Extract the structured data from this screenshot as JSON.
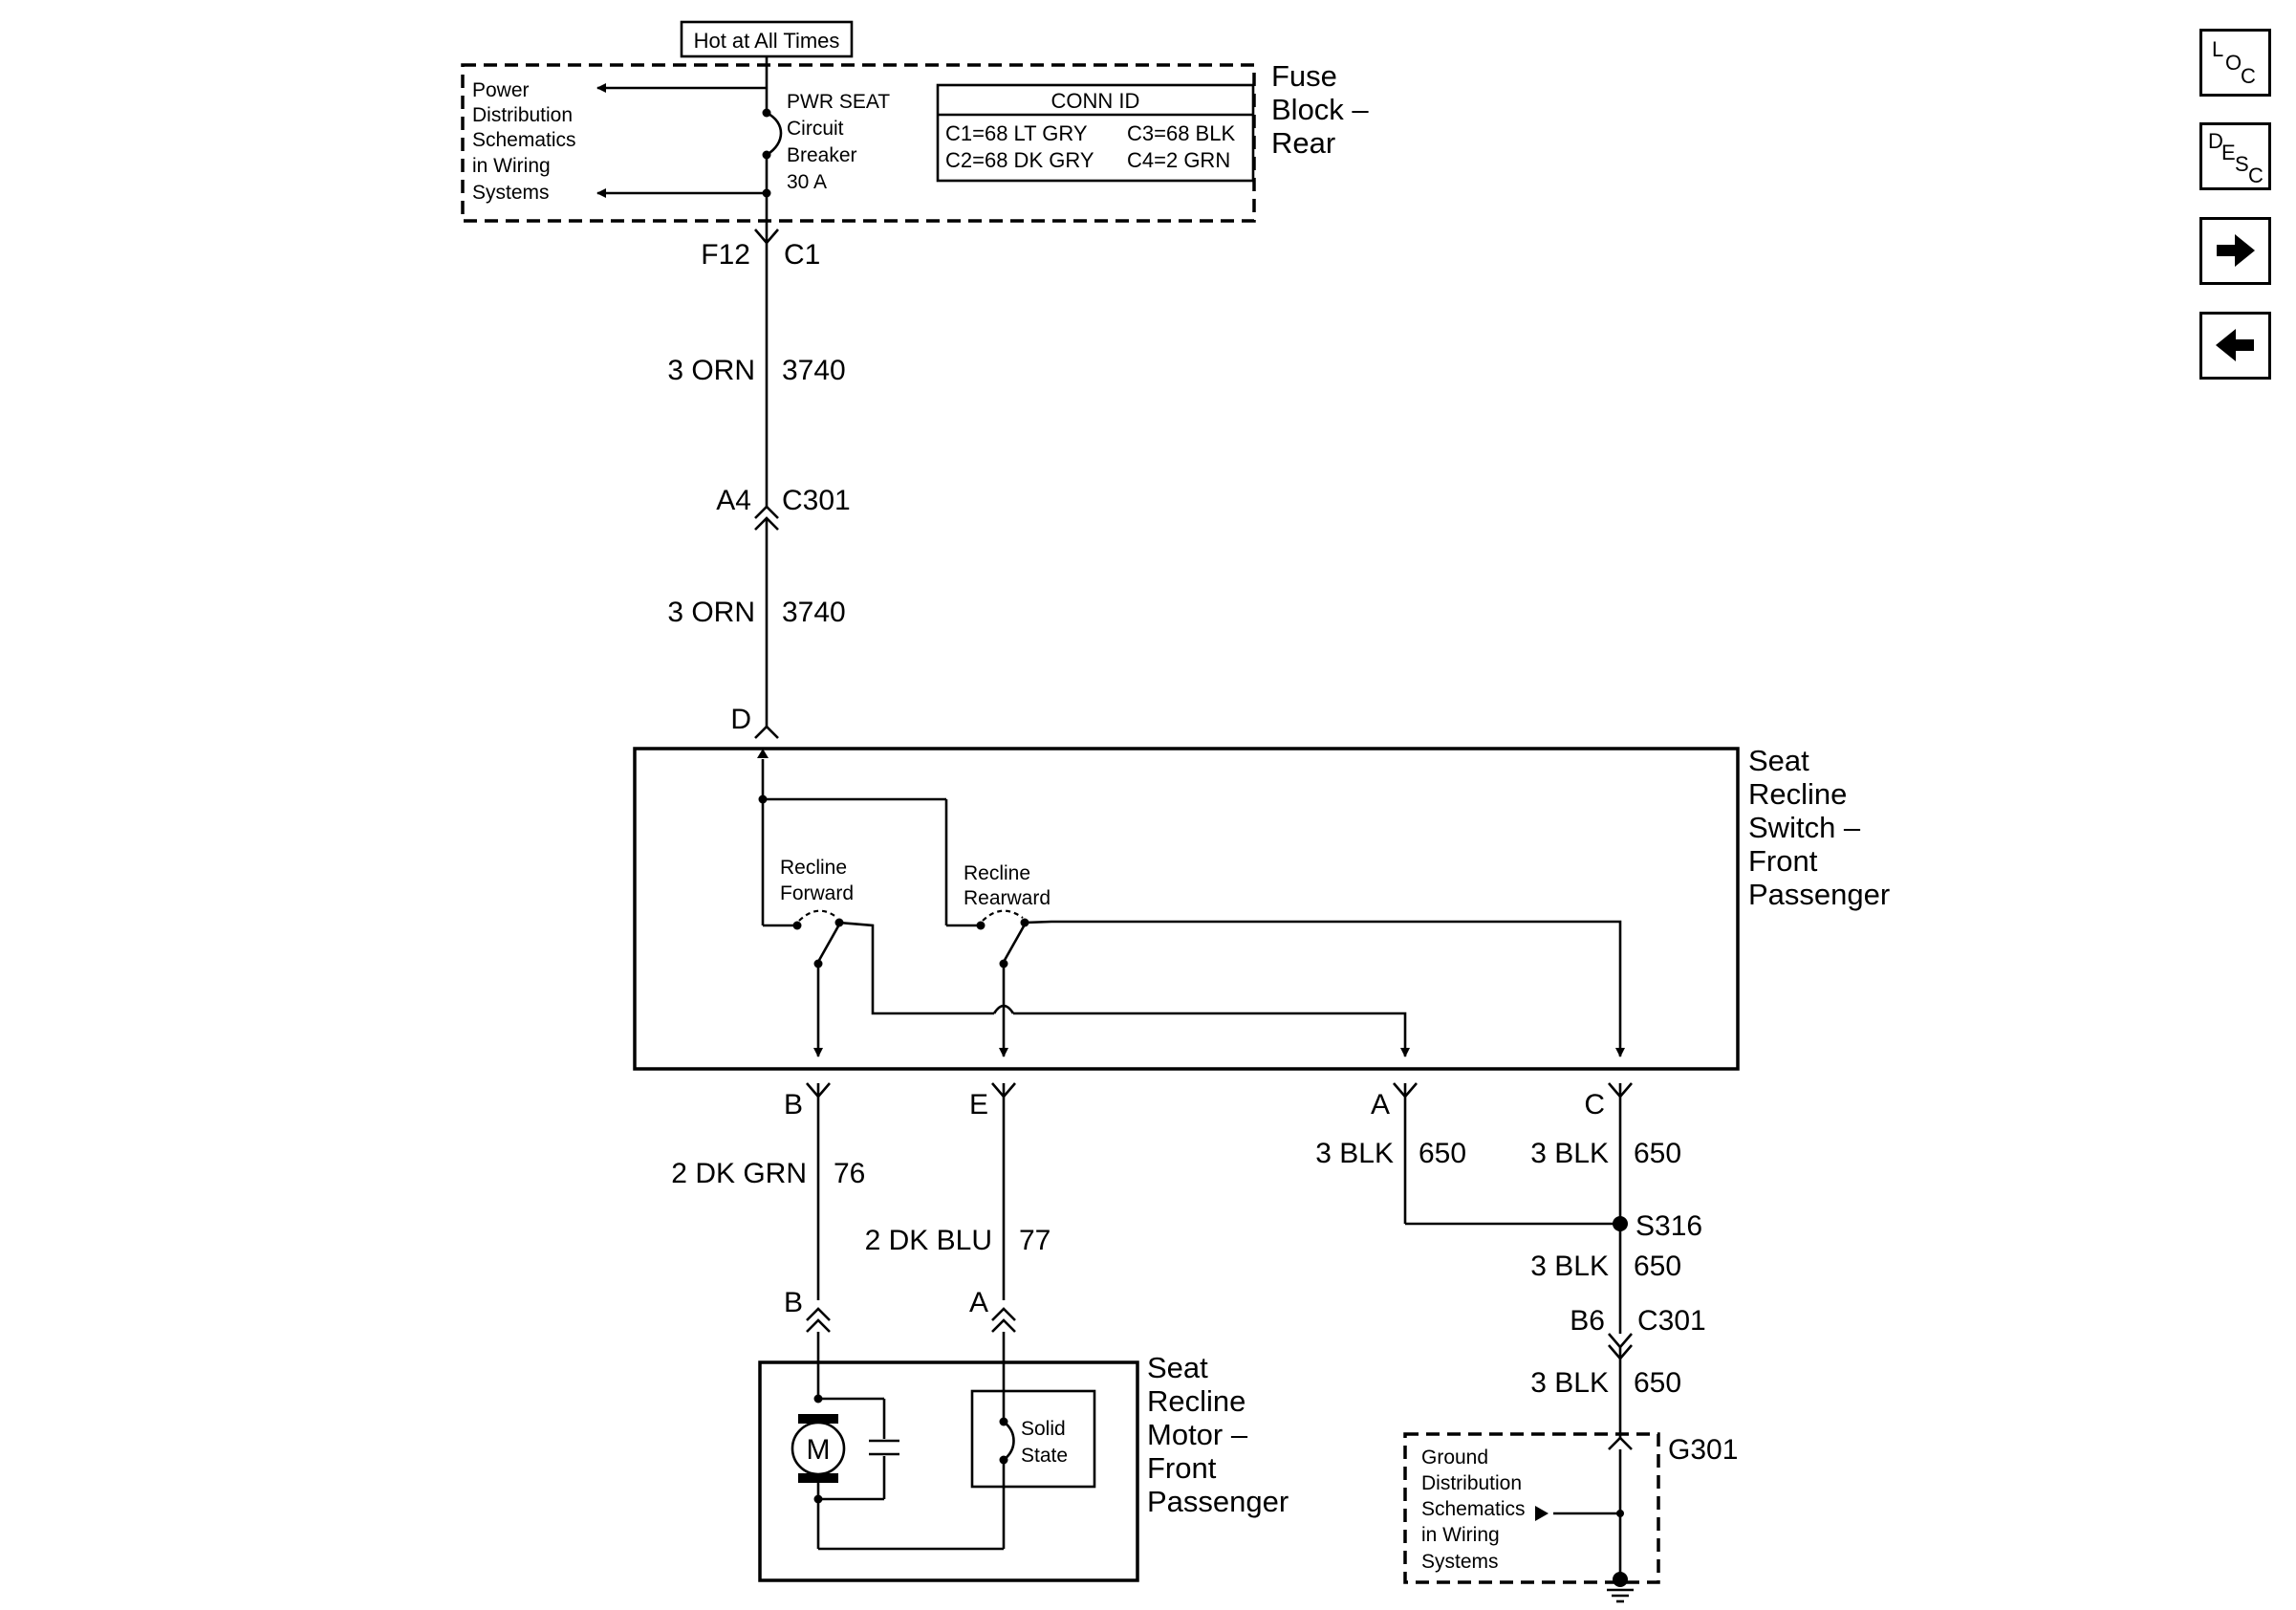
{
  "fuse_block": {
    "hot_label": "Hot at All Times",
    "power_dist": [
      "Power",
      "Distribution",
      "Schematics",
      "in Wiring",
      "Systems"
    ],
    "breaker": [
      "PWR SEAT",
      "Circuit",
      "Breaker",
      "30 A"
    ],
    "conn_id_title": "CONN ID",
    "conn_id_cells": [
      "C1=68 LT GRY",
      "C3=68 BLK",
      "C2=68 DK GRY",
      "C4=2 GRN"
    ],
    "title": [
      "Fuse",
      "Block –",
      "Rear"
    ],
    "pin": "F12",
    "connector": "C1"
  },
  "wires": {
    "orn_top": {
      "gauge_color": "3 ORN",
      "circuit": "3740"
    },
    "c301_top": {
      "pin": "A4",
      "connector": "C301"
    },
    "orn_bottom": {
      "gauge_color": "3 ORN",
      "circuit": "3740"
    },
    "switch_pin_d": "D",
    "dk_grn": {
      "gauge_color": "2 DK GRN",
      "circuit": "76"
    },
    "dk_blu": {
      "gauge_color": "2 DK BLU",
      "circuit": "77"
    },
    "blk_a": {
      "gauge_color": "3 BLK",
      "circuit": "650"
    },
    "blk_c": {
      "gauge_color": "3 BLK",
      "circuit": "650"
    },
    "blk_splice": {
      "gauge_color": "3 BLK",
      "circuit": "650"
    },
    "blk_ground": {
      "gauge_color": "3 BLK",
      "circuit": "650"
    },
    "c301_bottom": {
      "pin": "B6",
      "connector": "C301"
    },
    "splice": "S316",
    "ground": "G301"
  },
  "switch": {
    "title": [
      "Seat",
      "Recline",
      "Switch –",
      "Front",
      "Passenger"
    ],
    "forward": [
      "Recline",
      "Forward"
    ],
    "rearward": [
      "Recline",
      "Rearward"
    ],
    "pins": {
      "b": "B",
      "e": "E",
      "a": "A",
      "c": "C"
    }
  },
  "motor": {
    "title": [
      "Seat",
      "Recline",
      "Motor –",
      "Front",
      "Passenger"
    ],
    "pins": {
      "b": "B",
      "a": "A"
    },
    "motor_symbol": "M",
    "solid_state": [
      "Solid",
      "State"
    ]
  },
  "ground_dist": [
    "Ground",
    "Distribution",
    "Schematics",
    "in Wiring",
    "Systems"
  ],
  "nav": {
    "loc": [
      "L",
      "O",
      "C"
    ],
    "desc": [
      "D",
      "E",
      "S",
      "C"
    ],
    "next_icon": "arrow-right-icon",
    "prev_icon": "arrow-left-icon"
  }
}
